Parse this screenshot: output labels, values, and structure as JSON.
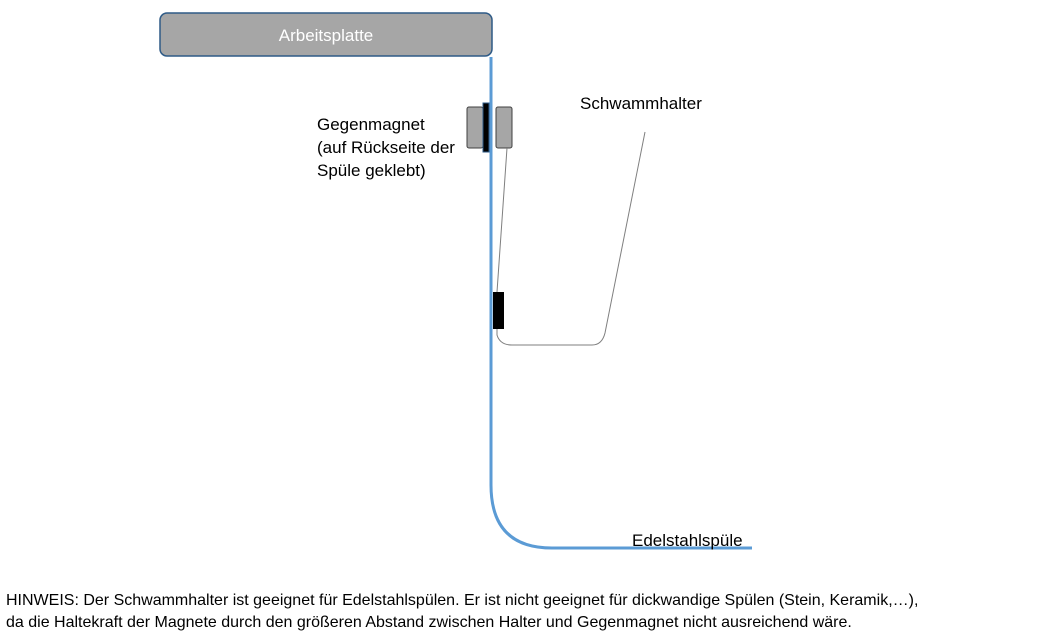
{
  "diagram": {
    "countertop": {
      "label": "Arbeitsplatte",
      "fill": "#a6a6a6",
      "stroke": "#2e5a86"
    },
    "counter_magnet": {
      "lines": [
        "Gegenmagnet",
        "(auf Rückseite der",
        "Spüle geklebt)"
      ]
    },
    "sponge_holder": {
      "label": "Schwammhalter"
    },
    "sink": {
      "label": "Edelstahlspüle",
      "color": "#5b9bd5"
    }
  },
  "note": {
    "lines": [
      "HINWEIS: Der Schwammhalter ist geeignet für Edelstahlspülen. Er ist nicht geeignet für dickwandige Spülen (Stein, Keramik,…),",
      "da die Haltekraft der Magnete durch den größeren Abstand zwischen Halter und Gegenmagnet nicht ausreichend wäre."
    ]
  }
}
